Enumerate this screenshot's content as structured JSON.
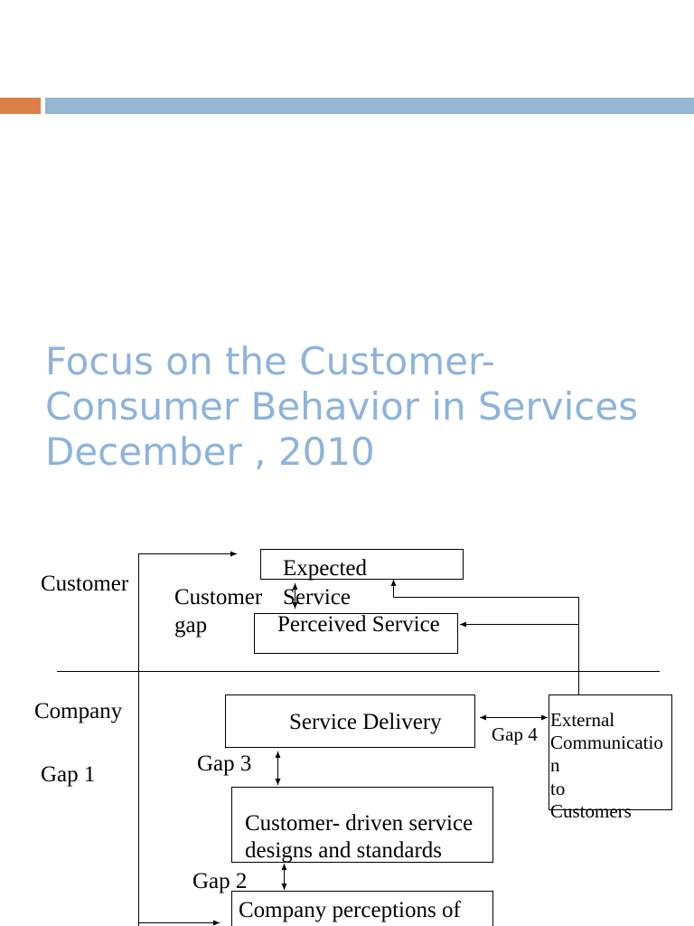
{
  "slide": {
    "accent_bar": {
      "left_color": "#DD8047",
      "right_color": "#94B6D2"
    },
    "title": {
      "color": "#8DB3DC",
      "lines": [
        "Focus on the Customer-",
        "Consumer Behavior in Services",
        "December , 2010"
      ]
    }
  },
  "diagram": {
    "line_color": "#000000",
    "row_labels": {
      "customer": "Customer",
      "company": "Company"
    },
    "customer_gap_label": {
      "lines": [
        "Customer",
        "gap"
      ]
    },
    "gap_labels": {
      "gap_1": "Gap 1",
      "gap_2": "Gap 2",
      "gap_3": "Gap 3",
      "gap_4": "Gap 4"
    },
    "boxes": {
      "expected_service": {
        "lines": [
          "Expected",
          "Service"
        ]
      },
      "perceived_service": {
        "lines": [
          "Perceived Service"
        ]
      },
      "service_delivery": {
        "lines": [
          "Service Delivery"
        ]
      },
      "external_communications": {
        "lines": [
          "External",
          "Communicatio",
          "n",
          "to",
          "Customers"
        ]
      },
      "customer_driven_standards": {
        "lines": [
          "Customer- driven service",
          "designs and standards"
        ]
      },
      "company_perceptions": {
        "lines": [
          "Company perceptions of"
        ]
      }
    }
  }
}
